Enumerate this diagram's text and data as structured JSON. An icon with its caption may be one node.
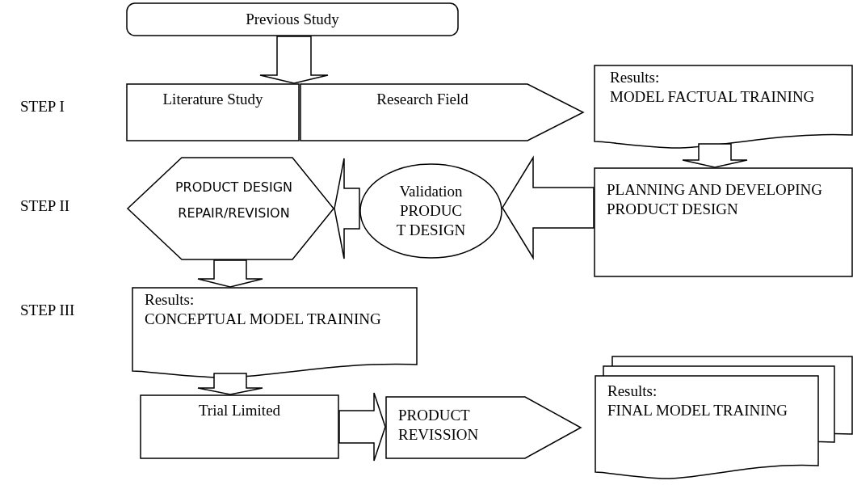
{
  "diagram": {
    "nodes": [
      {
        "text": [
          "Previous Study"
        ]
      },
      {
        "text": [
          "Literature Study"
        ]
      },
      {
        "text": [
          "Research Field"
        ]
      },
      {
        "text": [
          "Results:",
          "MODEL FACTUAL TRAINING"
        ]
      },
      {
        "text": [
          "PLANNING AND DEVELOPING PRODUCT DESIGN"
        ]
      },
      {
        "text": [
          "Validation PRODUC T DESIGN"
        ]
      },
      {
        "text": [
          "PRODUCT DESIGN REPAIR/REVISION"
        ]
      },
      {
        "text": [
          "Results:",
          "CONCEPTUAL MODEL TRAINING"
        ]
      },
      {
        "text": [
          "Trial Limited"
        ]
      },
      {
        "text": [
          "PRODUCT REVISSION"
        ]
      },
      {
        "text": [
          "Results:",
          "FINAL MODEL TRAINING"
        ]
      }
    ],
    "edges": [
      {
        "from": 0,
        "to": 1,
        "arrow": "to"
      },
      {
        "from": 3,
        "to": 4,
        "arrow": "to"
      },
      {
        "from": 4,
        "to": 5,
        "arrow": "to"
      },
      {
        "from": 5,
        "to": 6,
        "arrow": "to"
      },
      {
        "from": 6,
        "to": 7,
        "arrow": "to"
      },
      {
        "from": 7,
        "to": 8,
        "arrow": "to"
      },
      {
        "from": 8,
        "to": 9,
        "arrow": "to"
      }
    ],
    "labels": [
      "STEP I",
      "STEP II",
      "STEP III"
    ]
  }
}
